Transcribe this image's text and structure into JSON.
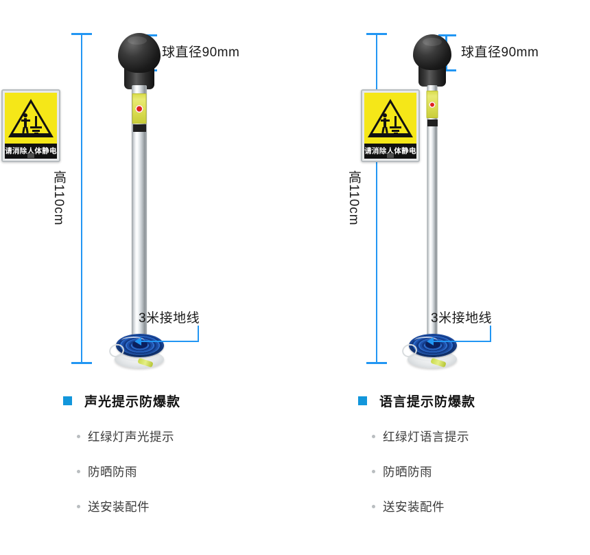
{
  "products": [
    {
      "id": "sound-light-explosion-proof",
      "dimensions": {
        "height_label": "高110cm",
        "ball_label": "球直径90mm",
        "ground_wire_label": "3米接地线"
      },
      "sign": {
        "text": "请消除人体静电"
      },
      "caption": {
        "title": "声光提示防爆款",
        "features": [
          "红绿灯声光提示",
          "防晒防雨",
          "送安装配件"
        ]
      }
    },
    {
      "id": "voice-explosion-proof",
      "dimensions": {
        "height_label": "高110cm",
        "ball_label": "球直径90mm",
        "ground_wire_label": "3米接地线"
      },
      "sign": {
        "text": "请消除人体静电"
      },
      "caption": {
        "title": "语言提示防爆款",
        "features": [
          "红绿灯语言提示",
          "防晒防雨",
          "送安装配件"
        ]
      }
    }
  ],
  "colors": {
    "dimension_blue": "#2196f3",
    "accent_blue": "#1296db",
    "sign_yellow": "#f5e718",
    "bullet_gray": "#b9bdc0",
    "background": "#ffffff"
  }
}
